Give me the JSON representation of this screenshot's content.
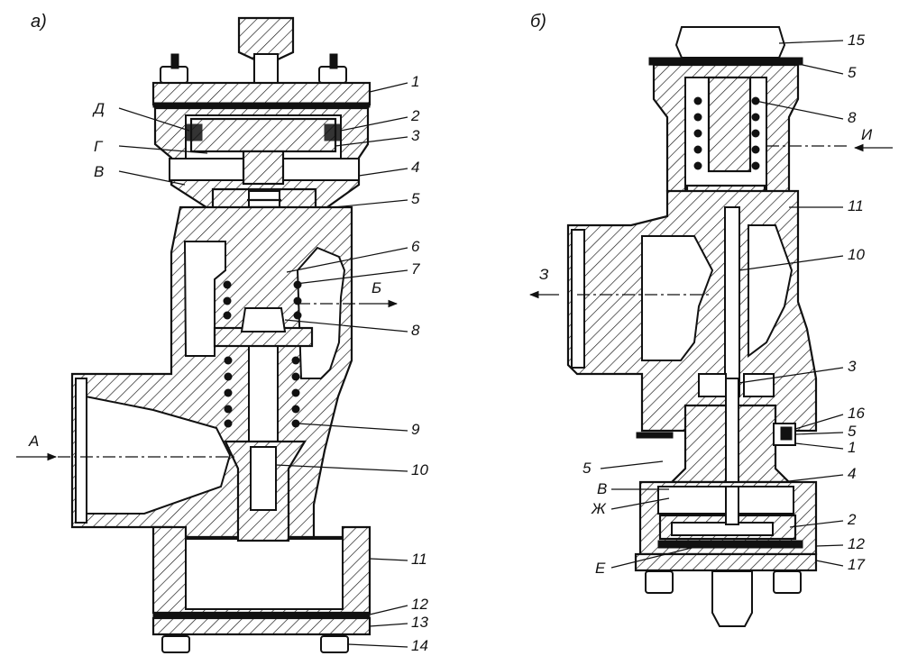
{
  "diagram": {
    "views": [
      {
        "id": "a",
        "title": "а)",
        "callouts": [
          "1",
          "2",
          "3",
          "4",
          "5",
          "6",
          "7",
          "8",
          "9",
          "10",
          "11",
          "12",
          "13",
          "14"
        ],
        "letters": [
          "Д",
          "Г",
          "В"
        ],
        "flows": [
          "А",
          "Б"
        ]
      },
      {
        "id": "b",
        "title": "б)",
        "callouts": [
          "15",
          "5",
          "8",
          "11",
          "10",
          "3",
          "16",
          "5",
          "1",
          "4",
          "2",
          "12",
          "17"
        ],
        "left_callouts": [
          "5",
          "В",
          "Ж",
          "Е"
        ],
        "flows": [
          "И",
          "З"
        ]
      }
    ]
  }
}
